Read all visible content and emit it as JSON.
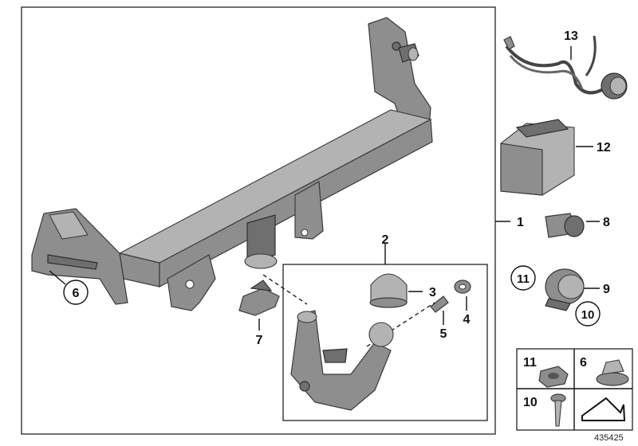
{
  "diagram": {
    "doc_number": "435425",
    "callouts": [
      {
        "id": "c1",
        "text": "1"
      },
      {
        "id": "c2",
        "text": "2"
      },
      {
        "id": "c3",
        "text": "3"
      },
      {
        "id": "c4",
        "text": "4"
      },
      {
        "id": "c5",
        "text": "5"
      },
      {
        "id": "c6",
        "text": "6"
      },
      {
        "id": "c7",
        "text": "7"
      },
      {
        "id": "c8",
        "text": "8"
      },
      {
        "id": "c9",
        "text": "9"
      },
      {
        "id": "c10",
        "text": "10"
      },
      {
        "id": "c11",
        "text": "11"
      },
      {
        "id": "c12",
        "text": "12"
      },
      {
        "id": "c13",
        "text": "13"
      }
    ],
    "legend": {
      "nut": "11",
      "flange_nut": "6",
      "screw": "10"
    },
    "colors": {
      "part_fill": "#8e8e8e",
      "part_dark": "#6f6f6f",
      "outline": "#3a3a3a"
    }
  }
}
